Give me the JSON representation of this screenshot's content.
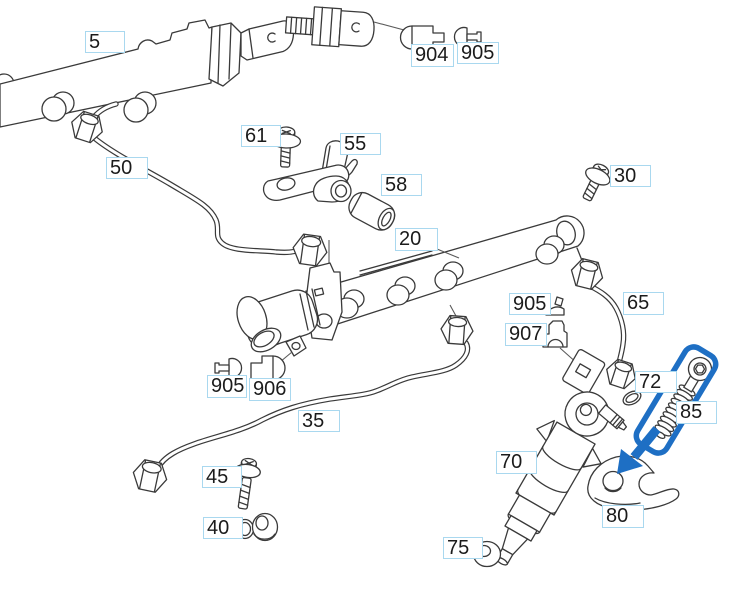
{
  "diagram": {
    "background": "#ffffff",
    "line_color": "#3a3a3a",
    "label_style": {
      "border_color": "#a9d8ef",
      "text_color": "#1b1b1b",
      "background": "#ffffff"
    },
    "highlight": {
      "color": "#1e6fc4",
      "highlighted_label": "85",
      "arrow_target_label": "80"
    },
    "labels": [
      {
        "id": "rail-front",
        "text": "5"
      },
      {
        "id": "pipe-front",
        "text": "50"
      },
      {
        "id": "bolt-61",
        "text": "61"
      },
      {
        "id": "bracket-55",
        "text": "55"
      },
      {
        "id": "sleeve-58",
        "text": "58"
      },
      {
        "id": "connector-904",
        "text": "904"
      },
      {
        "id": "plug-905-top",
        "text": "905"
      },
      {
        "id": "rail-rear",
        "text": "20"
      },
      {
        "id": "bolt-30",
        "text": "30"
      },
      {
        "id": "plug-905-injector",
        "text": "905"
      },
      {
        "id": "connector-907",
        "text": "907"
      },
      {
        "id": "pipe-65",
        "text": "65"
      },
      {
        "id": "seal-72",
        "text": "72"
      },
      {
        "id": "bolt-85",
        "text": "85"
      },
      {
        "id": "plug-905-valve",
        "text": "905"
      },
      {
        "id": "connector-906",
        "text": "906"
      },
      {
        "id": "pipe-35",
        "text": "35"
      },
      {
        "id": "bolt-45",
        "text": "45"
      },
      {
        "id": "seal-40",
        "text": "40"
      },
      {
        "id": "injector-70",
        "text": "70"
      },
      {
        "id": "clamp-80",
        "text": "80"
      },
      {
        "id": "washer-75",
        "text": "75"
      }
    ]
  }
}
